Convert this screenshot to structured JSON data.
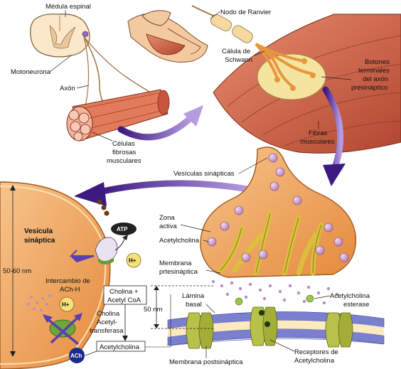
{
  "labels": {
    "medula_espinal": "Médula espinal",
    "motoneurona": "Motoneurona",
    "axon": "Axón",
    "celulas_fibrosas_1": "Células",
    "celulas_fibrosas_2": "fibrosas",
    "celulas_fibrosas_3": "musculares",
    "nodo_ranvier": "Nodo de Ranvier",
    "celula_schwann_1": "Cálula de",
    "celula_schwann_2": "Schwann",
    "botones_1": "Botones",
    "botones_2": "terminales",
    "botones_3": "del axón",
    "botones_4": "presináptico",
    "fibras_1": "Fibras",
    "fibras_2": "musculares",
    "vesiculas_sinapticas": "Vesículas sinápticas",
    "zona_activa_1": "Zona",
    "zona_activa_2": "activa",
    "acetylcholina_top": "Acetylcholina",
    "membrana_pre_1": "Membrana",
    "membrana_pre_2": "prtesináptica",
    "lamina_1": "Lámina",
    "lamina_2": "basal",
    "distance_50": "50 nm",
    "esterase_1": "Acetylcholina",
    "esterase_2": "esterase",
    "receptores_1": "Receptores de",
    "receptores_2": "Acetylcholina",
    "membrana_post": "Membrana postsináptica",
    "vesicula_1": "Vesícula",
    "vesicula_2": "sináptica",
    "atp": "ATP",
    "h_plus_1": "H+",
    "h_plus_2": "H+",
    "size_50_60": "50-60 nm",
    "intercambio_1": "Intercambio de",
    "intercambio_2": "ACh-H",
    "cholina_box_1": "Cholina +",
    "cholina_box_2": "Acetyl CoA",
    "transferasa_1": "Cholina",
    "transferasa_2": "Acetyl-",
    "transferasa_3": "transferasa",
    "acetylcholina_box": "Acetylcholina",
    "ach": "ACh"
  },
  "colors": {
    "arrow_purple": "#6a3fa8",
    "terminal_orange": "#f2a25a",
    "muscle_red": "#c8553e",
    "vesicle_pink": "#c08cc4",
    "mito_yellow": "#d9c23a",
    "receptor_green": "#9aa83a",
    "membrane_blue": "#5a5fb3"
  }
}
